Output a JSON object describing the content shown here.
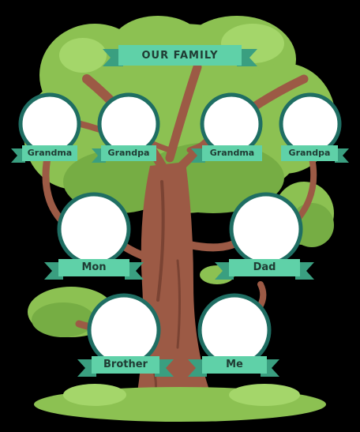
{
  "title": "OUR FAMILY",
  "members": {
    "grandma_left": "Grandma",
    "grandpa_left": "Grandpa",
    "grandma_right": "Grandma",
    "grandpa_right": "Grandpa",
    "mother": "Mon",
    "father": "Dad",
    "brother": "Brother",
    "me": "Me"
  },
  "colors": {
    "background": "#000000",
    "foliage": "#8cc152",
    "foliage_dark": "#5e9a34",
    "trunk": "#9c5a45",
    "trunk_dark": "#7a4333",
    "ribbon": "#5fd1a8",
    "ribbon_dark": "#3a9f80",
    "frame": "#1f6e63",
    "photo": "#ffffff"
  }
}
